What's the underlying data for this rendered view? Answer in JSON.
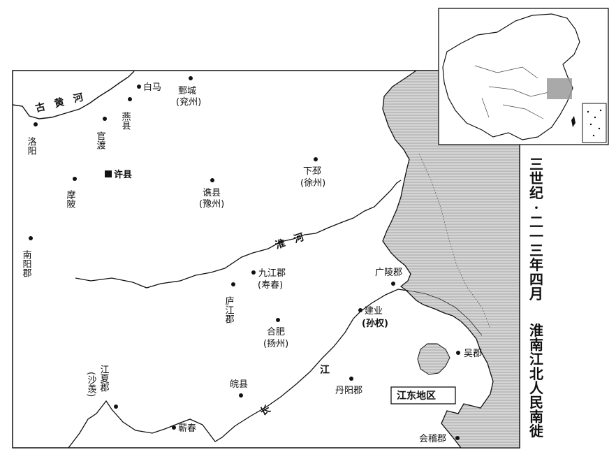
{
  "title": {
    "part1": [
      "三",
      "世",
      "纪",
      "·",
      "二",
      "一",
      "三",
      "年",
      "四",
      "月"
    ],
    "part2": [
      "淮",
      "南",
      "江",
      "北",
      "人",
      "民",
      "南",
      "徙"
    ]
  },
  "rivers": {
    "yellow": "古　黄　河",
    "huai": "淮　河",
    "yangtze_chang": "长",
    "yangtze_jiang": "江"
  },
  "places": {
    "baima": "白马",
    "juancheng": "鄄城",
    "juancheng_sub": "(兖州)",
    "yanxian": "燕县",
    "guandu": "官渡",
    "luoyang": "洛阳",
    "xuxian": "许县",
    "mapi": "摩陂",
    "qiaoxian": "谯县",
    "qiaoxian_sub": "(豫州)",
    "xiapi": "下邳",
    "xiapi_sub": "(徐州)",
    "nanyang": "南阳郡",
    "jiujiang": "九江郡",
    "jiujiang_sub": "(寿春)",
    "lujiang": "庐江郡",
    "guangling": "广陵郡",
    "jianye": "建业",
    "jianye_sub": "(孙权)",
    "hefei": "合肥",
    "hefei_sub": "(扬州)",
    "wujun": "吴郡",
    "jiangxia": "江夏郡",
    "jiangxia_sub": "(沙羡)",
    "wanxian": "皖县",
    "danyang": "丹阳郡",
    "qichun": "蕲春",
    "kuaiji": "会稽郡",
    "jiangdong": "江东地区"
  },
  "colors": {
    "ink": "#111111",
    "inset_highlight": "#9a9a9a",
    "paper": "#ffffff"
  }
}
